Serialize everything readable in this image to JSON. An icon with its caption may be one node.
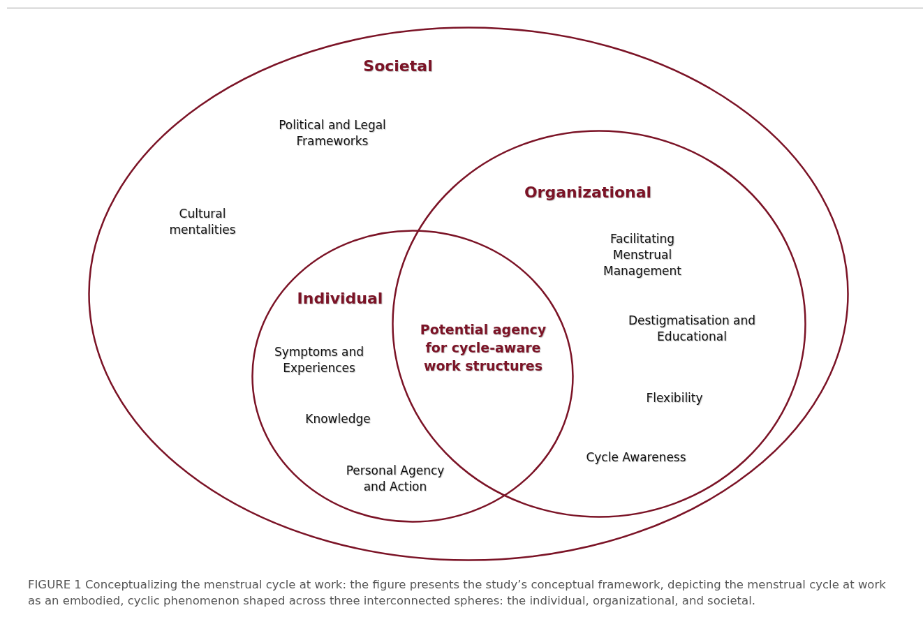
{
  "diagram": {
    "caption": "FIGURE 1 Conceptualizing the menstrual cycle at work: the figure presents the study’s conceptual framework, depicting the menstrual cycle at work as an embodied, cyclic phenomenon shaped across three interconnected spheres: the individual, organizational, and societal.",
    "nodes": [
      {
        "text": [
          "Societal",
          "Political and Legal Frameworks",
          "Cultural mentalities"
        ]
      },
      {
        "text": [
          "Organizational",
          "Facilitating Menstrual Management",
          "Destigmatisation and Educational",
          "Flexibility",
          "Cycle Awareness"
        ],
        "in": 0
      },
      {
        "text": [
          "Individual",
          "Symptoms and Experiences",
          "Knowledge",
          "Personal Agency and Action"
        ],
        "in": 0
      }
    ],
    "labels": [
      "Potential agency for cycle-aware work structures"
    ]
  }
}
